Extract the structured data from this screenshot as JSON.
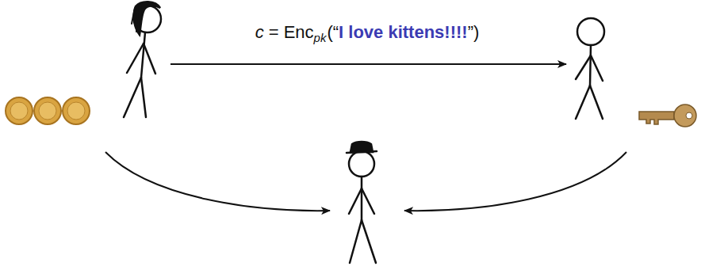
{
  "diagram": {
    "labels": [
      "c",
      "= Enc",
      "pk",
      "(“",
      "I love kittens!!!!",
      "”)"
    ]
  }
}
